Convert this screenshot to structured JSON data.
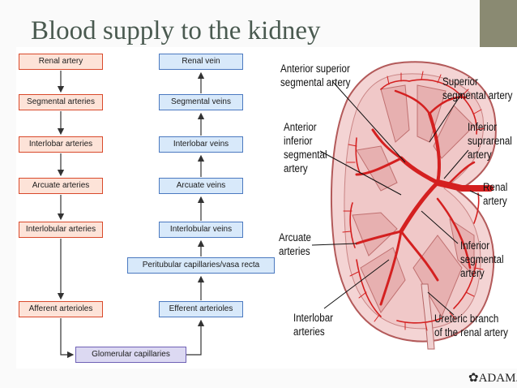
{
  "title": "Blood supply to the kidney",
  "arterial_path": [
    "Renal artery",
    "Segmental arteries",
    "Interlobar arteries",
    "Arcuate arteries",
    "Interlobular arteries",
    "Afferent arterioles"
  ],
  "capillaries": "Glomerular capillaries",
  "venous_path": [
    "Efferent arterioles",
    "Peritubular capillaries/vasa recta",
    "Interlobular veins",
    "Arcuate veins",
    "Interlobar veins",
    "Segmental veins",
    "Renal vein"
  ],
  "anatomy_labels": {
    "anterior_superior": "Anterior superior\nsegmental artery",
    "anterior_inferior": "Anterior\ninferior\nsegmental\nartery",
    "arcuate": "Arcuate\narteries",
    "interlobar": "Interlobar\narteries",
    "superior": "Superior\nsegmental artery",
    "inferior_suprarenal": "Inferior\nsuprarenal\nartery",
    "renal_artery": "Renal\nartery",
    "inferior_segmental": "Inferior\nsegmental\nartery",
    "ureteric": "Ureteric branch\nof the renal artery"
  },
  "credit": "ADAM.",
  "colors": {
    "artery": "#d9492b",
    "vein": "#4b79c0",
    "capillary": "#6f61b5",
    "vessel_red": "#d42020",
    "kidney_pink": "#f0c8c8"
  }
}
